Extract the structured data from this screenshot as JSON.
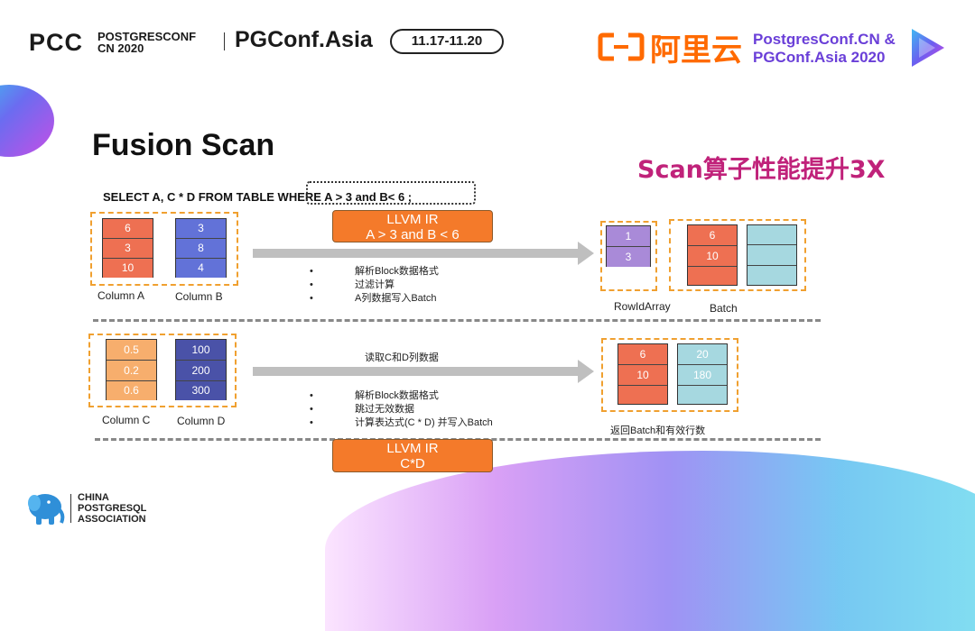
{
  "header": {
    "pcc_logo": "PCC",
    "pcc_line1": "POSTGRESCONF",
    "pcc_line2": "CN 2020",
    "pgconf": "PGConf.Asia",
    "dates": "11.17-11.20",
    "aliyun": "阿里云",
    "conf_line1": "PostgresConf.CN &",
    "conf_line2": "PGConf.Asia 2020"
  },
  "slide": {
    "title": "Fusion Scan",
    "headline": "Scan算子性能提升3X",
    "sql": "SELECT A, C * D FROM TABLE WHERE A > 3 and B< 6 ;"
  },
  "top": {
    "column_a": {
      "label": "Column A",
      "values": [
        "6",
        "3",
        "10"
      ]
    },
    "column_b": {
      "label": "Column B",
      "values": [
        "3",
        "8",
        "4"
      ]
    },
    "llvm_line1": "LLVM IR",
    "llvm_line2": "A > 3 and B < 6",
    "bullets": [
      "解析Block数据格式",
      "过滤计算",
      "A列数据写入Batch"
    ],
    "rowid": {
      "label": "RowIdArray",
      "values": [
        "1",
        "3"
      ]
    },
    "batch": {
      "label": "Batch",
      "values": [
        "6",
        "10",
        ""
      ]
    }
  },
  "bottom": {
    "column_c": {
      "label": "Column C",
      "values": [
        "0.5",
        "0.2",
        "0.6"
      ]
    },
    "column_d": {
      "label": "Column D",
      "values": [
        "100",
        "200",
        "300"
      ]
    },
    "arrow_label": "读取C和D列数据",
    "bullets": [
      "解析Block数据格式",
      "跳过无效数据",
      "计算表达式(C * D) 并写入Batch"
    ],
    "batch": {
      "label": "返回Batch和有效行数",
      "col1": [
        "6",
        "10",
        ""
      ],
      "col2": [
        "20",
        "180",
        ""
      ]
    },
    "llvm_line1": "LLVM IR",
    "llvm_line2": "C*D"
  },
  "footer": {
    "assoc_line1": "CHINA",
    "assoc_line2": "POSTGRESQL",
    "assoc_line3": "ASSOCIATION"
  },
  "colors": {
    "orange": "#f47a2a",
    "salmon": "#ee7052",
    "blue": "#6272d8",
    "purple": "#a98ad8",
    "cyan": "#a6d8e0",
    "light_orange": "#f7ae6d",
    "navy": "#4a52a8",
    "headline": "#c0227a"
  }
}
